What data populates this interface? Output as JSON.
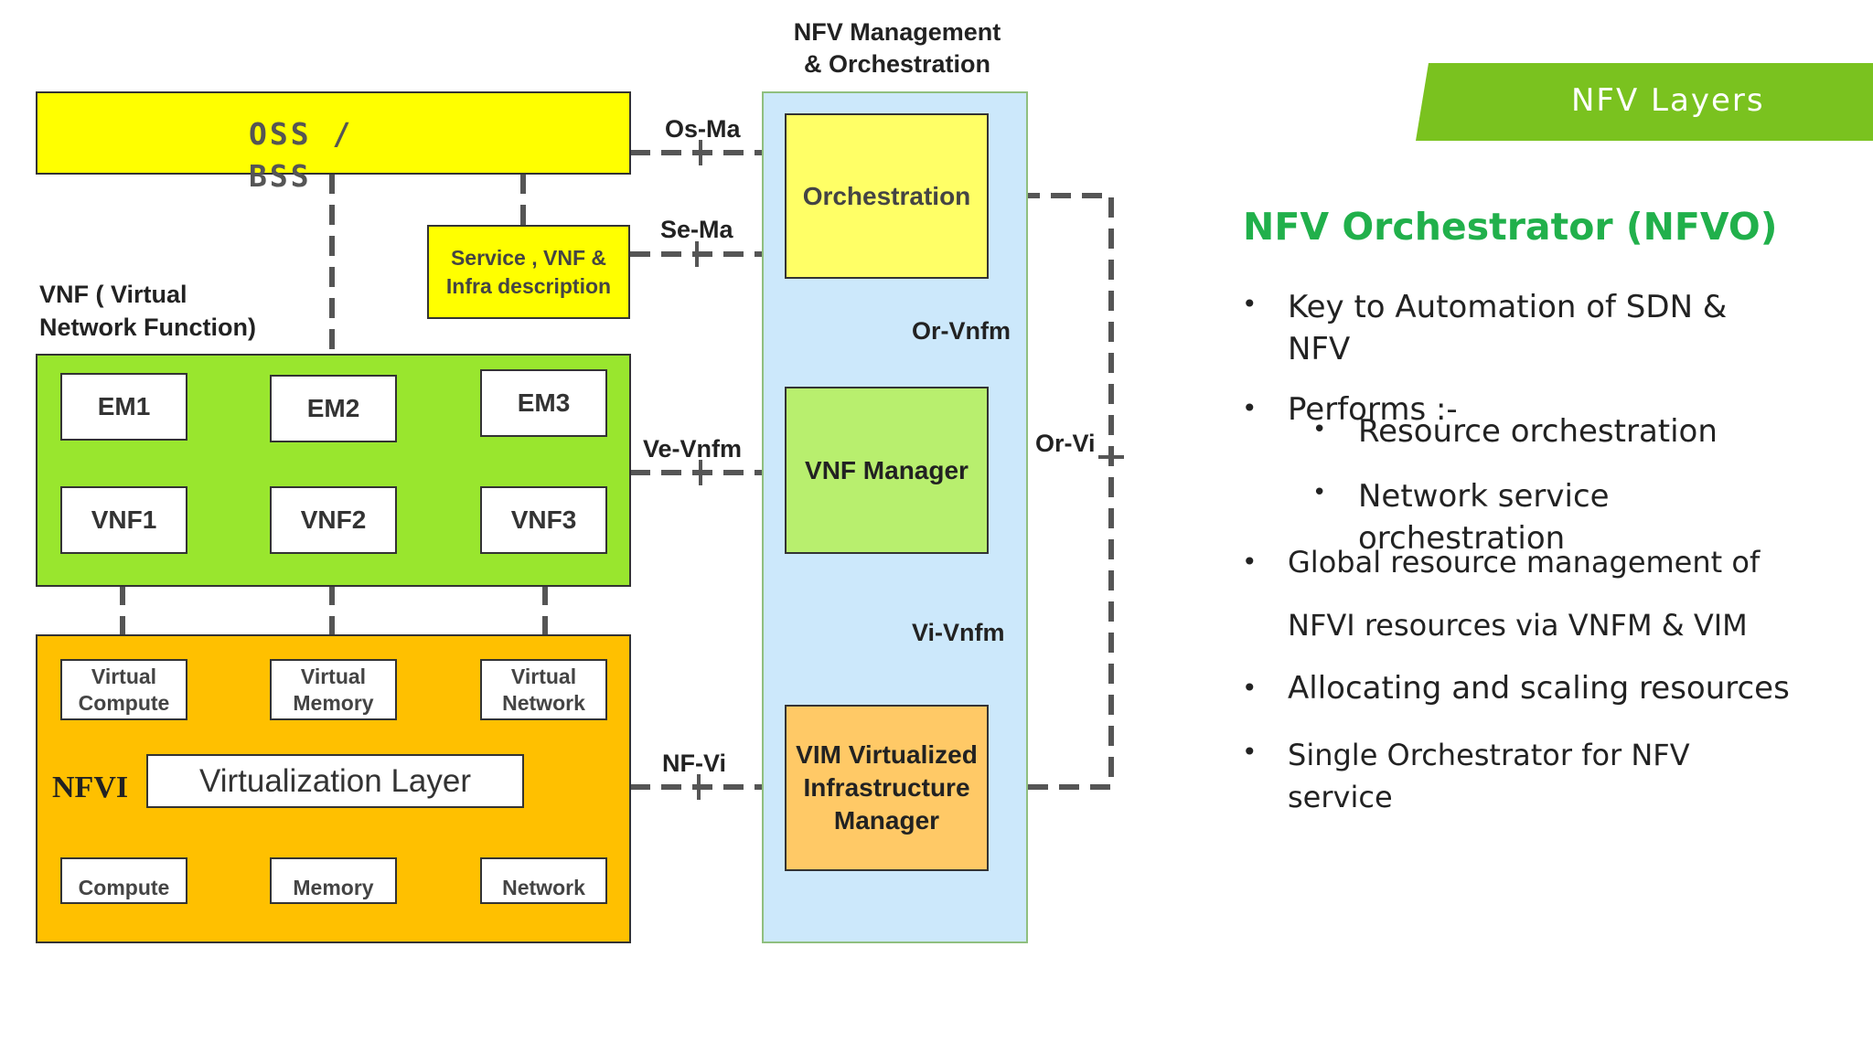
{
  "diagram": {
    "mano_title": "NFV Management\n& Orchestration",
    "oss_bss": "OSS /\nBSS",
    "service_desc": "Service , VNF &\nInfra description",
    "vnf_title": "VNF ( Virtual\nNetwork Function)",
    "em": [
      "EM1",
      "EM2",
      "EM3"
    ],
    "vnf": [
      "VNF1",
      "VNF2",
      "VNF3"
    ],
    "virtual_resources": [
      "Virtual\nCompute",
      "Virtual\nMemory",
      "Virtual\nNetwork"
    ],
    "nfvi_label": "NFVI",
    "virtualization_layer": "Virtualization Layer",
    "physical_resources": [
      "Compute",
      "Memory",
      "Network"
    ],
    "orchestration": "Orchestration",
    "vnf_manager": "VNF Manager",
    "vim": "VIM Virtualized\nInfrastructure\nManager",
    "interfaces": {
      "os_ma": "Os-Ma",
      "se_ma": "Se-Ma",
      "ve_vnfm": "Ve-Vnfm",
      "nf_vi": "NF-Vi",
      "or_vnfm": "Or-Vnfm",
      "vi_vnfm": "Vi-Vnfm",
      "or_vi": "Or-Vi"
    },
    "colors": {
      "yellow": "#ffff00",
      "green_block": "#99e62e",
      "orange_block": "#ffc000",
      "mano_bg": "#cce8fb",
      "orch_fill": "#ffff66",
      "vnfm_fill": "#b8ef6e",
      "vim_fill": "#ffc966",
      "accent_green": "#7ac21f",
      "title_green": "#21b04b"
    }
  },
  "panel": {
    "header": "NFV Layers",
    "title": "NFV Orchestrator (NFVO)",
    "bullets": {
      "b1": "Key to Automation of SDN &\nNFV",
      "b2": "Performs :-",
      "sub1": "Resource orchestration",
      "sub2": "Network service\norchestration",
      "b3_line1": "Global resource management of",
      "b3_line2": "NFVI resources via VNFM & VIM",
      "b4": "Allocating and scaling resources",
      "b5": "Single Orchestrator for NFV\nservice"
    }
  }
}
